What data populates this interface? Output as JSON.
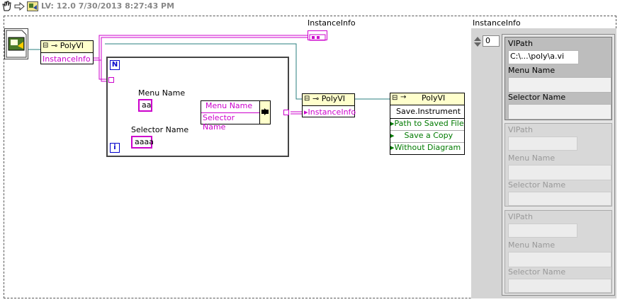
{
  "header": {
    "version_text": "LV: 12.0 7/30/2013 8:27:43 PM",
    "icons": [
      "hand-icon",
      "arrow-icon",
      "labview-icon"
    ]
  },
  "diagram": {
    "instanceinfo_top_label": "InstanceInfo",
    "property_node_1": {
      "title": "PolyVI",
      "row": "InstanceInfo"
    },
    "property_node_2": {
      "title": "PolyVI",
      "row": "InstanceInfo"
    },
    "loop": {
      "n_terminal": "N",
      "i_terminal": "i"
    },
    "menu_name_label": "Menu Name",
    "menu_name_value": "aa",
    "selector_name_label": "Selector Name",
    "selector_name_value": "aaaa",
    "bundle_rows": [
      "Menu Name",
      "Selector Name"
    ],
    "invoke_node": {
      "title": "PolyVI",
      "method": "Save.Instrument",
      "params": [
        "Path to Saved File",
        "Save a Copy",
        "Without Diagram"
      ]
    }
  },
  "front_panel": {
    "title": "InstanceInfo",
    "index_value": "0",
    "clusters": [
      {
        "vipath_label": "VIPath",
        "vipath_value": "C:\\...\\poly\\a.vi",
        "menu_label": "Menu Name",
        "selector_label": "Selector Name",
        "active": true
      },
      {
        "vipath_label": "VIPath",
        "vipath_value": "",
        "menu_label": "Menu Name",
        "selector_label": "Selector Name",
        "active": false
      },
      {
        "vipath_label": "VIPath",
        "vipath_value": "",
        "menu_label": "Menu Name",
        "selector_label": "Selector Name",
        "active": false
      }
    ]
  },
  "colors": {
    "class_wire": "#cc00cc",
    "ref_wire": "#2a7f7f",
    "node_header": "#ffffcc",
    "panel_bg": "#d4d4d4"
  }
}
